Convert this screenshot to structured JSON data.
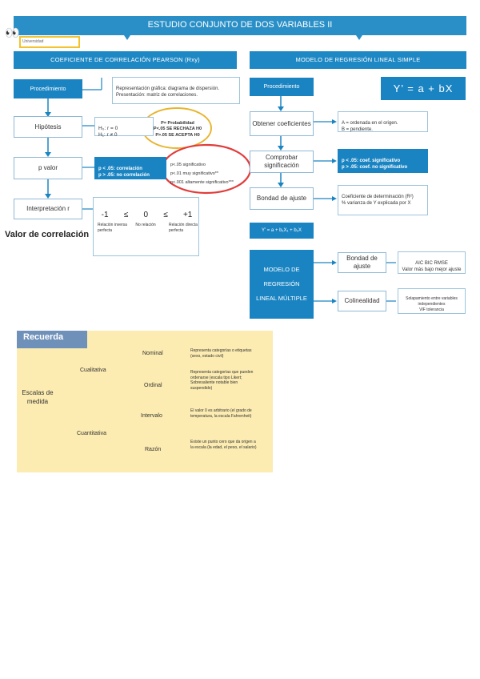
{
  "banner": {
    "title": "ESTUDIO CONJUNTO DE DOS VARIABLES II"
  },
  "tag": {
    "text": "Universidad"
  },
  "pearson": {
    "header": "COEFICIENTE DE CORRELACIÓN PEARSON (Rxy)",
    "procedimiento": "Procedimiento",
    "representacion": "Representación gráfica: diagrama de dispersión.\nPresentación: matriz de correlaciones.",
    "hipotesis_label": "Hipótesis",
    "hipotesis_values": "H₀: r = 0\nH₁: r ≠ 0",
    "prob_note": "P= Probabilidad\nP<.05 SE RECHAZA H0\nP>.05 SE ACEPTA H0",
    "pvalor_label": "p valor",
    "pvalor_box": "p < .05: correlación\np > .05: no correlación",
    "signif_note": "p<.05 significativo\np<.01 muy significativo**\np<.001 altamente significativo***",
    "interpretacion_label": "Interpretación r",
    "scale": {
      "values": [
        "-1",
        "≤",
        "0",
        "≤",
        "+1"
      ],
      "labels": [
        "Relación inversa perfecta",
        "No relación",
        "Relación directa perfecta"
      ]
    },
    "valor_correlacion": "Valor de correlación"
  },
  "regresion": {
    "header": "MODELO DE REGRESIÓN LINEAL SIMPLE",
    "procedimiento": "Procedimiento",
    "formula": "Y’ = a + bX",
    "obtener": "Obtener coeficientes",
    "obtener_note": "A = ordenada en el origen.\nB = pendiente.",
    "comprobar": "Comprobar significación",
    "comprobar_note": "p < .05: coef. significativo\np > .05: coef. no significativo",
    "bondad": "Bondad de ajuste",
    "bondad_note": "Coeficiente de determinación (R²)\n% varianza de Y explicada por X",
    "multiple_formula": "Y’ = a + b₁X₁ + b₂X",
    "multiple": "MODELO DE REGRESIÓN LINEAL MÚLTIPLE",
    "bondad2": "Bondad de ajuste",
    "bondad2_note": "AIC   BIC   RMSE\nValor más bajo mejor ajuste",
    "colinealidad": "Colinealidad",
    "colinealidad_note": "Solapamiento entre variables independientes\nVIF   tolerancia"
  },
  "recuerda": {
    "title": "Recuerda",
    "root": "Escalas de medida",
    "cualitativa": "Cualitativa",
    "cuantitativa": "Cuantitativa",
    "nominal": "Nominal",
    "nominal_desc": "Representa categorías o etiquetas (sexo, estado civil)",
    "ordinal": "Ordinal",
    "ordinal_desc": "Representa categorías que pueden ordenarse (escala tipo Likert; Sobresaliente notable bien suspendido)",
    "intervalo": "Intervalo",
    "intervalo_desc": "El valor 0 es arbitrario (el grado de temperatura, la escala Fahrenheit)",
    "razon": "Razón",
    "razon_desc": "Existe un punto cero que da origen a la escala (la edad, el peso, el salario)"
  }
}
